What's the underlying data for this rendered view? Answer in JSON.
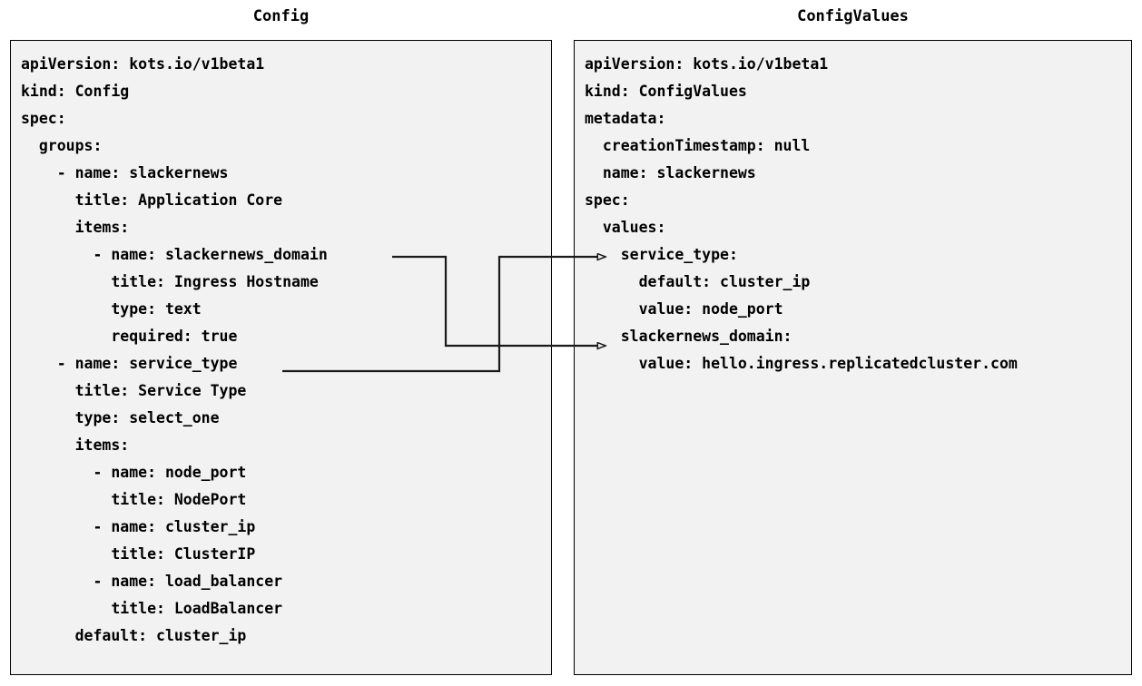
{
  "diagram": {
    "type": "relationship-diagram",
    "description": "Two YAML document panels with arrows linking Config item names to ConfigValues keys",
    "background_color": "#ffffff",
    "panel_fill_color": "#f2f2f2",
    "panel_border_color": "#000000",
    "text_color": "#000000",
    "connector_color": "#1a1a1a"
  },
  "panels": {
    "left": {
      "title": "Config",
      "yaml": "apiVersion: kots.io/v1beta1\nkind: Config\nspec:\n  groups:\n    - name: slackernews\n      title: Application Core\n      items:\n        - name: slackernews_domain\n          title: Ingress Hostname\n          type: text\n          required: true\n    - name: service_type\n      title: Service Type\n      type: select_one\n      items:\n        - name: node_port\n          title: NodePort\n        - name: cluster_ip\n          title: ClusterIP\n        - name: load_balancer\n          title: LoadBalancer\n      default: cluster_ip",
      "lines": [
        "apiVersion: kots.io/v1beta1",
        "kind: Config",
        "spec:",
        "  groups:",
        "    - name: slackernews",
        "      title: Application Core",
        "      items:",
        "        - name: slackernews_domain",
        "          title: Ingress Hostname",
        "          type: text",
        "          required: true",
        "    - name: service_type",
        "      title: Service Type",
        "      type: select_one",
        "      items:",
        "        - name: node_port",
        "          title: NodePort",
        "        - name: cluster_ip",
        "          title: ClusterIP",
        "        - name: load_balancer",
        "          title: LoadBalancer",
        "      default: cluster_ip"
      ]
    },
    "right": {
      "title": "ConfigValues",
      "yaml": "apiVersion: kots.io/v1beta1\nkind: ConfigValues\nmetadata:\n  creationTimestamp: null\n  name: slackernews\nspec:\n  values:\n    service_type:\n      default: cluster_ip\n      value: node_port\n    slackernews_domain:\n      value: hello.ingress.replicatedcluster.com",
      "lines": [
        "apiVersion: kots.io/v1beta1",
        "kind: ConfigValues",
        "metadata:",
        "  creationTimestamp: null",
        "  name: slackernews",
        "spec:",
        "  values:",
        "    service_type:",
        "      default: cluster_ip",
        "      value: node_port",
        "    slackernews_domain:",
        "      value: hello.ingress.replicatedcluster.com"
      ]
    }
  },
  "connectors": [
    {
      "id": "slackernews-domain-link",
      "from": "Config item name: slackernews_domain",
      "to": "ConfigValues key: slackernews_domain",
      "arrowhead": "open-triangle"
    },
    {
      "id": "service-type-link",
      "from": "Config item name: service_type",
      "to": "ConfigValues key: service_type",
      "arrowhead": "open-triangle"
    }
  ]
}
